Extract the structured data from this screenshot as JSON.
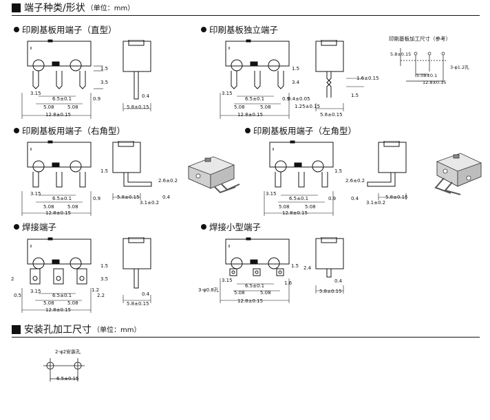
{
  "sections": {
    "types": {
      "title": "端子种类/形状",
      "unit": "（单位：mm）"
    },
    "holes": {
      "title": "安装孔加工尺寸",
      "unit": "（单位：mm）"
    }
  },
  "subsections": {
    "pcb_straight": "印刷基板用端子（直型）",
    "pcb_independent": "印刷基板独立端子",
    "pcb_right": "印刷基板用端子（右角型）",
    "pcb_left": "印刷基板用端子（左角型）",
    "solder": "焊接端子",
    "solder_small": "焊接小型端子"
  },
  "pcb_ref": {
    "title": "印刷基板加工尺寸（参考）",
    "hole": "3-φ1.2孔",
    "dim_58": "5.8±0.15",
    "dim_508": "5.08±0.1",
    "dim_128": "12.8±0.15"
  },
  "dims": {
    "d15": "1.5",
    "d35": "3.5",
    "d34": "3.4",
    "d315": "3.15",
    "d09": "0.9",
    "d04": "0.4",
    "d65": "6.5±0.1",
    "d508": "5.08",
    "d128": "12.8±0.15",
    "d58": "5.8±0.15",
    "d16": "1.6±0.15",
    "d04b": "0.4±0.05",
    "d125": "1.25±0.15",
    "d26": "2.6±0.2",
    "d31": "3.1±0.2",
    "d2": "2",
    "d05": "0.5",
    "d12": "1.2",
    "d22": "2.2",
    "d24": "2.4",
    "d16s": "1.6",
    "d08hole": "3-φ0.8孔",
    "d_flat": "0.4"
  },
  "mount": {
    "hole": "2-φ2安装孔",
    "pitch": "6.5±0.15"
  }
}
